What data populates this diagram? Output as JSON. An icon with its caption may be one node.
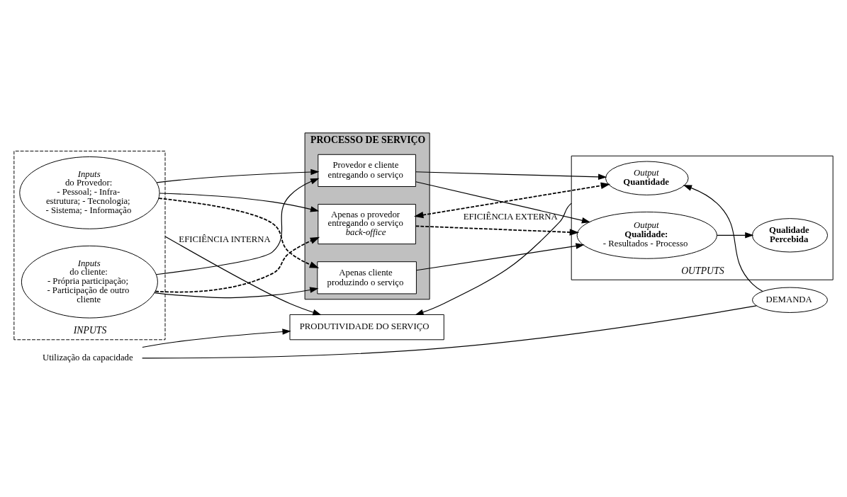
{
  "diagram": {
    "nodes": [
      {
        "text": [
          "INPUTS"
        ]
      },
      {
        "text": [
          "Inputs",
          "do Provedor:",
          "- Pessoal; - Infra-estrutura; - Tecnologia; - Sistema; - Informação"
        ],
        "in": 0
      },
      {
        "text": [
          "Inputs",
          "do cliente:",
          "- Própria participação; - Participação de outro cliente"
        ],
        "in": 0
      },
      {
        "text": [
          "PROCESSO DE SERVIÇO"
        ]
      },
      {
        "text": [
          "Apenas o provedor entregando o serviço",
          "back-office"
        ],
        "in": 3
      },
      {
        "text": [
          "Provedor e cliente entregando o serviço"
        ],
        "in": 3
      },
      {
        "text": [
          "Apenas cliente produzindo o serviço"
        ],
        "in": 3
      },
      {
        "text": [
          "OUTPUTS"
        ]
      },
      {
        "text": [
          "Output",
          "Quantidade"
        ],
        "in": 7
      },
      {
        "text": [
          "Output",
          "Qualidade:",
          "- Resultados - Processo"
        ],
        "in": 7
      },
      {
        "text": [
          "Qualidade",
          "Percebida"
        ],
        "in": 7
      },
      {
        "text": [
          "PRODUTIVIDADE DO SERVIÇO"
        ]
      },
      {
        "text": [
          "Utilização da capacidade"
        ]
      },
      {
        "text": [
          "DEMANDA"
        ]
      }
    ],
    "edges": [
      {
        "from": 1,
        "to": 4,
        "arrow": "to"
      },
      {
        "from": 1,
        "to": 5,
        "arrow": "to"
      },
      {
        "from": 1,
        "to": 6,
        "arrow": "to",
        "style": "dashed"
      },
      {
        "from": 2,
        "to": 4,
        "arrow": "to",
        "style": "dashed"
      },
      {
        "from": 2,
        "to": 5,
        "arrow": "to"
      },
      {
        "from": 2,
        "to": 6,
        "arrow": "to"
      },
      {
        "from": 4,
        "to": 8,
        "arrow": "both",
        "style": "dashed"
      },
      {
        "from": 4,
        "to": 9,
        "arrow": "to",
        "style": "dashed"
      },
      {
        "from": 5,
        "to": 8,
        "arrow": "to"
      },
      {
        "from": 5,
        "to": 9,
        "arrow": "to"
      },
      {
        "from": 6,
        "to": 9,
        "arrow": "to"
      },
      {
        "from": 9,
        "to": 10,
        "arrow": "to"
      },
      {
        "from": 0,
        "to": 11,
        "arrow": "to",
        "label": "EFICIÊNCIA INTERNA"
      },
      {
        "from": 7,
        "to": 11,
        "arrow": "to",
        "label": "EFICIÊNCIA EXTERNA"
      },
      {
        "from": 12,
        "to": 11,
        "arrow": "to"
      },
      {
        "from": 13,
        "to": 12,
        "arrow": "none"
      },
      {
        "from": 13,
        "to": 8,
        "arrow": "to"
      }
    ]
  }
}
